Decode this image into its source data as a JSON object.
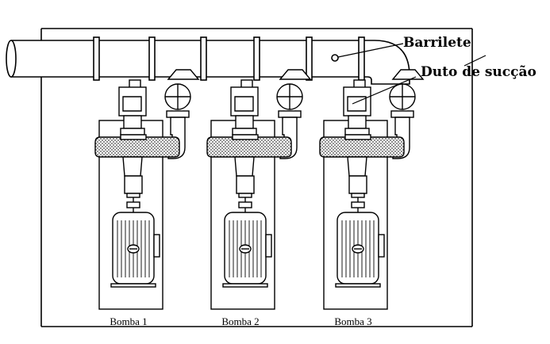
{
  "labels": {
    "header": "Barrilete",
    "suction": "Duto de sucção"
  },
  "pumps": [
    {
      "label": "Bomba 1"
    },
    {
      "label": "Bomba 2"
    },
    {
      "label": "Bomba 3"
    }
  ],
  "colors": {
    "line": "#000000",
    "background": "#ffffff",
    "hatch": "#555555"
  }
}
